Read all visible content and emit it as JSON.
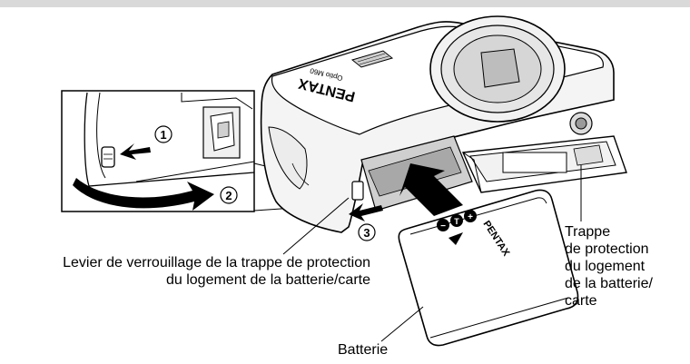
{
  "steps": {
    "one": "1",
    "two": "2",
    "three": "3"
  },
  "camera": {
    "brand": "PENTAX",
    "model": "Optio M60"
  },
  "battery": {
    "brand": "PENTAX",
    "symbols": [
      "−",
      "T",
      "+"
    ]
  },
  "labels": {
    "lever_line1": "Levier de verrouillage de la trappe de protection",
    "lever_line2": "du logement de la batterie/carte",
    "trappe_lines": [
      "Trappe",
      "de protection",
      "du logement",
      "de la batterie/",
      "carte"
    ],
    "battery": "Batterie"
  }
}
